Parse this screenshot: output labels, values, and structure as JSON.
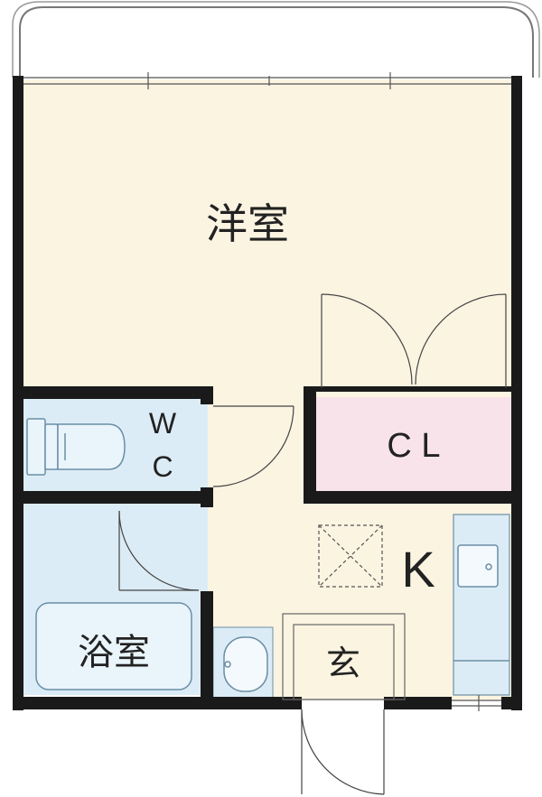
{
  "rooms": {
    "western_room": "洋室",
    "wc_line1": "W",
    "wc_line2": "C",
    "closet": "C L",
    "kitchen": "K",
    "bathroom": "浴室",
    "entrance": "玄"
  },
  "colors": {
    "wall": "#1a1a1a",
    "floor": "#fbf4e1",
    "wet_area": "#dcecf6",
    "closet": "#f8e3ea",
    "fixture_stroke": "#6a8fa5",
    "line": "#555555"
  }
}
